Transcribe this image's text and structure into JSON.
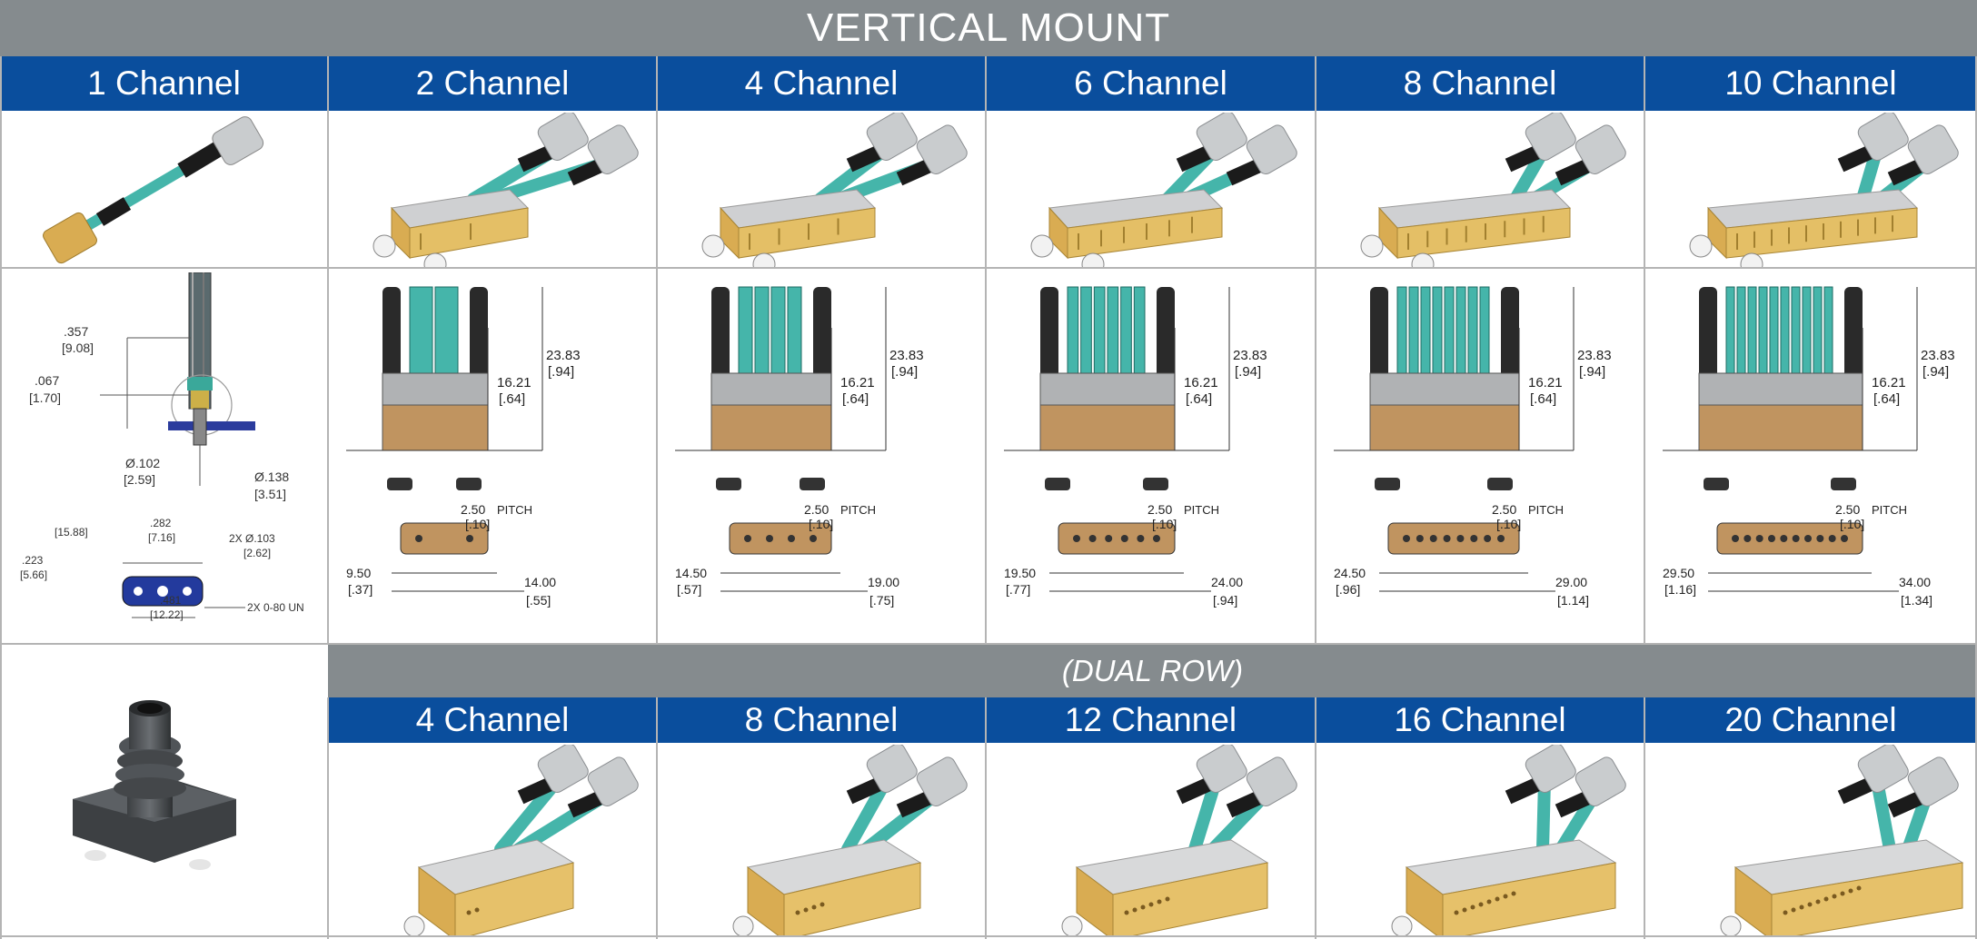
{
  "title": "VERTICAL MOUNT",
  "top_headers": [
    "1 Channel",
    "2 Channel",
    "4 Channel",
    "6 Channel",
    "8 Channel",
    "10 Channel"
  ],
  "dual_row_label": "(DUAL ROW)",
  "bottom_headers": [
    "4 Channel",
    "8 Channel",
    "12 Channel",
    "16 Channel",
    "20 Channel"
  ],
  "colors": {
    "grey_band": "#858b8e",
    "blue_band": "#0a4e9d",
    "gold": "#d9ac52",
    "teal": "#45b5aa",
    "silver": "#c9ccce"
  },
  "one_channel_drawing": {
    "dim_357": ".357",
    "dim_357_mm": "[9.08]",
    "dim_067": ".067",
    "dim_067_mm": "[1.70]",
    "dim_102": "Ø.102",
    "dim_102_mm": "[2.59]",
    "dim_138": "Ø.138",
    "dim_138_mm": "[3.51]",
    "dim_1588": "[15.88]",
    "dim_282": ".282",
    "dim_282_mm": "[7.16]",
    "dim_103": "2X Ø.103",
    "dim_103_mm": "[2.62]",
    "dim_223": ".223",
    "dim_223_mm": "[5.66]",
    "dim_481": ".481",
    "dim_481_mm": "[12.22]",
    "thread": "2X 0-80 UN"
  },
  "drawings": [
    {
      "height": "23.83",
      "height_in": "[.94]",
      "inner": "16.21",
      "inner_in": "[.64]",
      "pitch": "2.50",
      "pitch_label": "PITCH",
      "pitch_in": "[.10]",
      "left": "9.50",
      "left_in": "[.37]",
      "right": "14.00",
      "right_in": "[.55]",
      "pins": 2
    },
    {
      "height": "23.83",
      "height_in": "[.94]",
      "inner": "16.21",
      "inner_in": "[.64]",
      "pitch": "2.50",
      "pitch_label": "PITCH",
      "pitch_in": "[.10]",
      "left": "14.50",
      "left_in": "[.57]",
      "right": "19.00",
      "right_in": "[.75]",
      "pins": 4
    },
    {
      "height": "23.83",
      "height_in": "[.94]",
      "inner": "16.21",
      "inner_in": "[.64]",
      "pitch": "2.50",
      "pitch_label": "PITCH",
      "pitch_in": "[.10]",
      "left": "19.50",
      "left_in": "[.77]",
      "right": "24.00",
      "right_in": "[.94]",
      "pins": 6
    },
    {
      "height": "23.83",
      "height_in": "[.94]",
      "inner": "16.21",
      "inner_in": "[.64]",
      "pitch": "2.50",
      "pitch_label": "PITCH",
      "pitch_in": "[.10]",
      "left": "24.50",
      "left_in": "[.96]",
      "right": "29.00",
      "right_in": "[1.14]",
      "pins": 8
    },
    {
      "height": "23.83",
      "height_in": "[.94]",
      "inner": "16.21",
      "inner_in": "[.64]",
      "pitch": "2.50",
      "pitch_label": "PITCH",
      "pitch_in": "[.10]",
      "left": "29.50",
      "left_in": "[1.16]",
      "right": "34.00",
      "right_in": "[1.34]",
      "pins": 10
    }
  ]
}
